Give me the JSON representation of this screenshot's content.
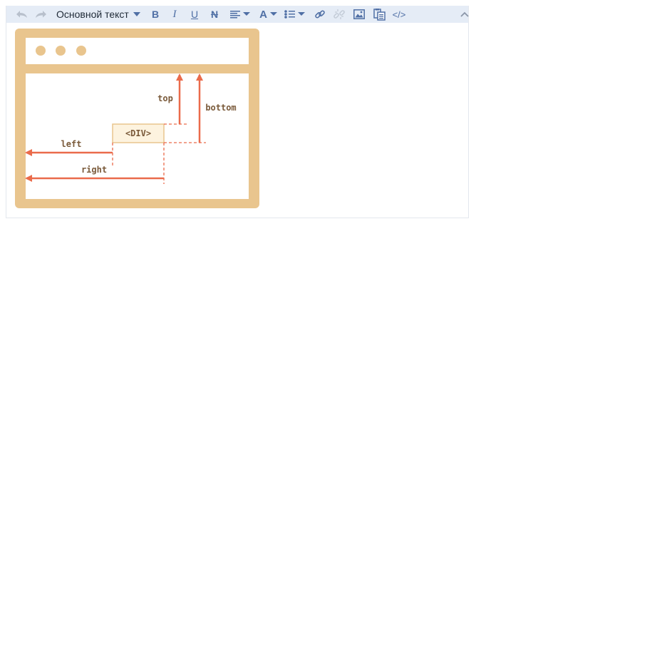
{
  "toolbar": {
    "undo_icon": "undo-icon",
    "redo_icon": "redo-icon",
    "paragraph_style": "Основной текст",
    "bold_label": "B",
    "italic_label": "I",
    "underline_label": "U",
    "strike_label": "N",
    "align_icon": "align-left-icon",
    "font_color_label": "A",
    "list_icon": "bulleted-list-icon",
    "link_icon": "link-icon",
    "unlink_icon": "unlink-icon",
    "image_icon": "image-icon",
    "paste_icon": "paste-icon",
    "code_label": "</>",
    "collapse_icon": "chevron-up-icon",
    "accent_color": "#4f6fa5",
    "toolbar_bg": "#e5ecf6"
  },
  "diagram": {
    "div_label": "<DIV>",
    "top_label": "top",
    "bottom_label": "bottom",
    "left_label": "left",
    "right_label": "right",
    "frame_color": "#e9c58e",
    "arrow_color": "#ea6b4b",
    "text_color": "#7a5a3a"
  }
}
